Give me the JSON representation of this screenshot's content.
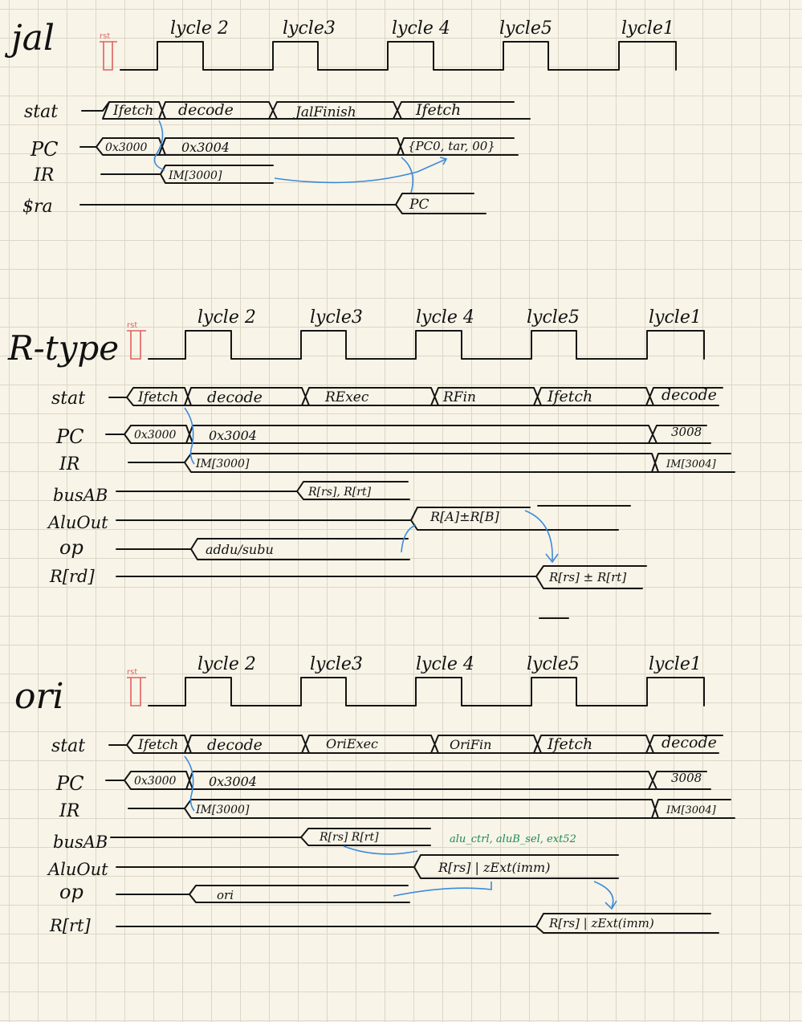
{
  "colors": {
    "ink": "#141414",
    "red": "#e06060",
    "blue": "#3d8bd9",
    "green": "#1d8a4a",
    "paper": "#f8f4e8",
    "grid": "#dcd6c6"
  },
  "diagrams": [
    {
      "title": "jal",
      "rst": "rst",
      "cycles": [
        "lycle 2",
        "lycle3",
        "lycle 4",
        "lycle5",
        "lycle1"
      ],
      "signals": [
        {
          "label": "stat",
          "values": [
            "Ifetch",
            "decode",
            "JalFinish",
            "Ifetch"
          ]
        },
        {
          "label": "PC",
          "values": [
            "0x3000",
            "0x3004",
            "{PC0, tar, 00}"
          ]
        },
        {
          "label": "IR",
          "values": [
            "IM[3000]"
          ]
        },
        {
          "label": "$ra",
          "values": [
            "PC"
          ]
        }
      ]
    },
    {
      "title": "R-type",
      "rst": "rst",
      "cycles": [
        "lycle 2",
        "lycle3",
        "lycle 4",
        "lycle5",
        "lycle1"
      ],
      "signals": [
        {
          "label": "stat",
          "values": [
            "Ifetch",
            "decode",
            "RExec",
            "RFin",
            "Ifetch",
            "decode"
          ]
        },
        {
          "label": "PC",
          "values": [
            "0x3000",
            "0x3004",
            "3008"
          ]
        },
        {
          "label": "IR",
          "values": [
            "IM[3000]",
            "IM[3004]"
          ]
        },
        {
          "label": "busAB",
          "values": [
            "R[rs], R[rt]"
          ]
        },
        {
          "label": "AluOut",
          "values": [
            "R[A]±R[B]"
          ]
        },
        {
          "label": "op",
          "values": [
            "addu/subu"
          ]
        },
        {
          "label": "R[rd]",
          "values": [
            "R[rs] ± R[rt]"
          ]
        }
      ]
    },
    {
      "title": "ori",
      "rst": "rst",
      "cycles": [
        "lycle 2",
        "lycle3",
        "lycle 4",
        "lycle5",
        "lycle1"
      ],
      "annotation": "alu_ctrl, aluB_sel, ext52",
      "signals": [
        {
          "label": "stat",
          "values": [
            "Ifetch",
            "decode",
            "OriExec",
            "OriFin",
            "Ifetch",
            "decode"
          ]
        },
        {
          "label": "PC",
          "values": [
            "0x3000",
            "0x3004",
            "3008"
          ]
        },
        {
          "label": "IR",
          "values": [
            "IM[3000]",
            "IM[3004]"
          ]
        },
        {
          "label": "busAB",
          "values": [
            "R[rs] R[rt]"
          ]
        },
        {
          "label": "AluOut",
          "values": [
            "R[rs] | zExt(imm)"
          ]
        },
        {
          "label": "op",
          "values": [
            "ori"
          ]
        },
        {
          "label": "R[rt]",
          "values": [
            "R[rs] | zExt(imm)"
          ]
        }
      ]
    }
  ]
}
